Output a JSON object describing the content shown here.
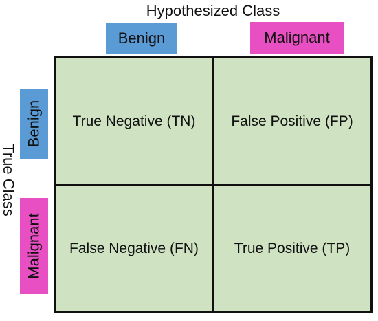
{
  "axes": {
    "hypothesized_label": "Hypothesized Class",
    "true_label": "True Class"
  },
  "columns": [
    {
      "label": "Benign",
      "color": "#5b9bd5"
    },
    {
      "label": "Malignant",
      "color": "#e84fc2"
    }
  ],
  "rows": [
    {
      "label": "Benign",
      "color": "#5b9bd5"
    },
    {
      "label": "Malignant",
      "color": "#e84fc2"
    }
  ],
  "cells": [
    [
      "True Negative (TN)",
      "False Positive (FP)"
    ],
    [
      "False Negative (FN)",
      "True Positive (TP)"
    ]
  ],
  "colors": {
    "cell_fill": "#cfe2c2",
    "border": "#111111"
  }
}
